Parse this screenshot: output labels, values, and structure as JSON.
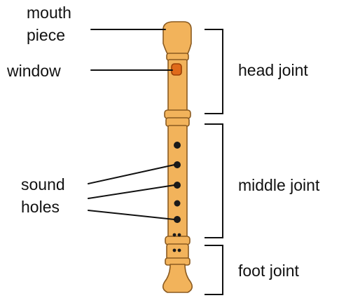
{
  "labels": {
    "mouthpiece_line1": "mouth",
    "mouthpiece_line2": "piece",
    "window": "window",
    "sound_holes_line1": "sound",
    "sound_holes_line2": "holes",
    "head_joint": "head joint",
    "middle_joint": "middle joint",
    "foot_joint": "foot joint"
  },
  "colors": {
    "recorder_body": "#f2b35b",
    "recorder_outline": "#8a5a20",
    "window": "#e06a1a",
    "holes": "#1a1a1a",
    "lines": "#111111"
  }
}
